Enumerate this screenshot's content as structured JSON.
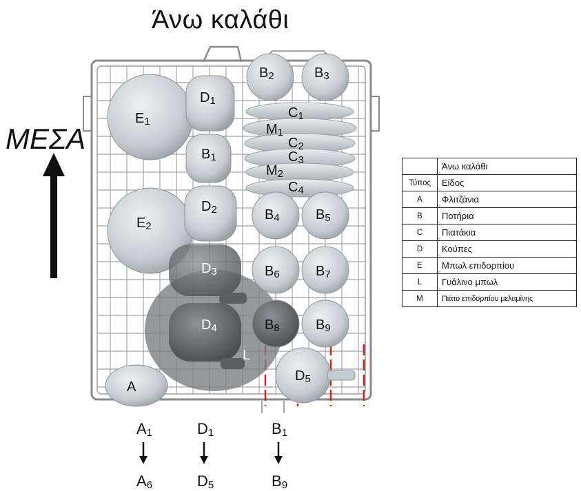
{
  "title": "Άνω καλάθι",
  "inside_label": "ΜΕΣΑ",
  "items": [
    {
      "id": "E1",
      "letter": "E",
      "num": "1"
    },
    {
      "id": "E2",
      "letter": "E",
      "num": "2"
    },
    {
      "id": "D1",
      "letter": "D",
      "num": "1"
    },
    {
      "id": "D2",
      "letter": "D",
      "num": "2"
    },
    {
      "id": "D3",
      "letter": "D",
      "num": "3"
    },
    {
      "id": "D4",
      "letter": "D",
      "num": "4"
    },
    {
      "id": "D5",
      "letter": "D",
      "num": "5"
    },
    {
      "id": "B1",
      "letter": "B",
      "num": "1"
    },
    {
      "id": "B2",
      "letter": "B",
      "num": "2"
    },
    {
      "id": "B3",
      "letter": "B",
      "num": "3"
    },
    {
      "id": "B4",
      "letter": "B",
      "num": "4"
    },
    {
      "id": "B5",
      "letter": "B",
      "num": "5"
    },
    {
      "id": "B6",
      "letter": "B",
      "num": "6"
    },
    {
      "id": "B7",
      "letter": "B",
      "num": "7"
    },
    {
      "id": "B8",
      "letter": "B",
      "num": "8"
    },
    {
      "id": "B9",
      "letter": "B",
      "num": "9"
    },
    {
      "id": "C1",
      "letter": "C",
      "num": "1"
    },
    {
      "id": "C2",
      "letter": "C",
      "num": "2"
    },
    {
      "id": "C3",
      "letter": "C",
      "num": "3"
    },
    {
      "id": "C4",
      "letter": "C",
      "num": "4"
    },
    {
      "id": "M1",
      "letter": "M",
      "num": "1"
    },
    {
      "id": "M2",
      "letter": "M",
      "num": "2"
    },
    {
      "id": "A",
      "letter": "A",
      "num": ""
    },
    {
      "id": "L",
      "letter": "L",
      "num": ""
    }
  ],
  "sequences": [
    {
      "from_letter": "A",
      "from_num": "1",
      "to_letter": "A",
      "to_num": "6"
    },
    {
      "from_letter": "D",
      "from_num": "1",
      "to_letter": "D",
      "to_num": "5"
    },
    {
      "from_letter": "B",
      "from_num": "1",
      "to_letter": "B",
      "to_num": "9"
    }
  ],
  "legend": {
    "header": "Άνω καλάθι",
    "col_type": "Τύπος",
    "col_item": "Είδος",
    "rows": [
      {
        "type": "A",
        "item": "Φλιτζάνια"
      },
      {
        "type": "B",
        "item": "Ποτήρια"
      },
      {
        "type": "C",
        "item": "Πιατάκια"
      },
      {
        "type": "D",
        "item": "Κούπες"
      },
      {
        "type": "E",
        "item": "Μπωλ επιδορπίου"
      },
      {
        "type": "L",
        "item": "Γυάλινο μπωλ"
      },
      {
        "type": "M",
        "item": "Πιάτο επιδορπίου μελαμίνης"
      }
    ]
  },
  "colors": {
    "rack": "#8a8a8a",
    "item": "#c9d0d4",
    "dark": "#5b5f61",
    "red": "#d21f1f"
  }
}
